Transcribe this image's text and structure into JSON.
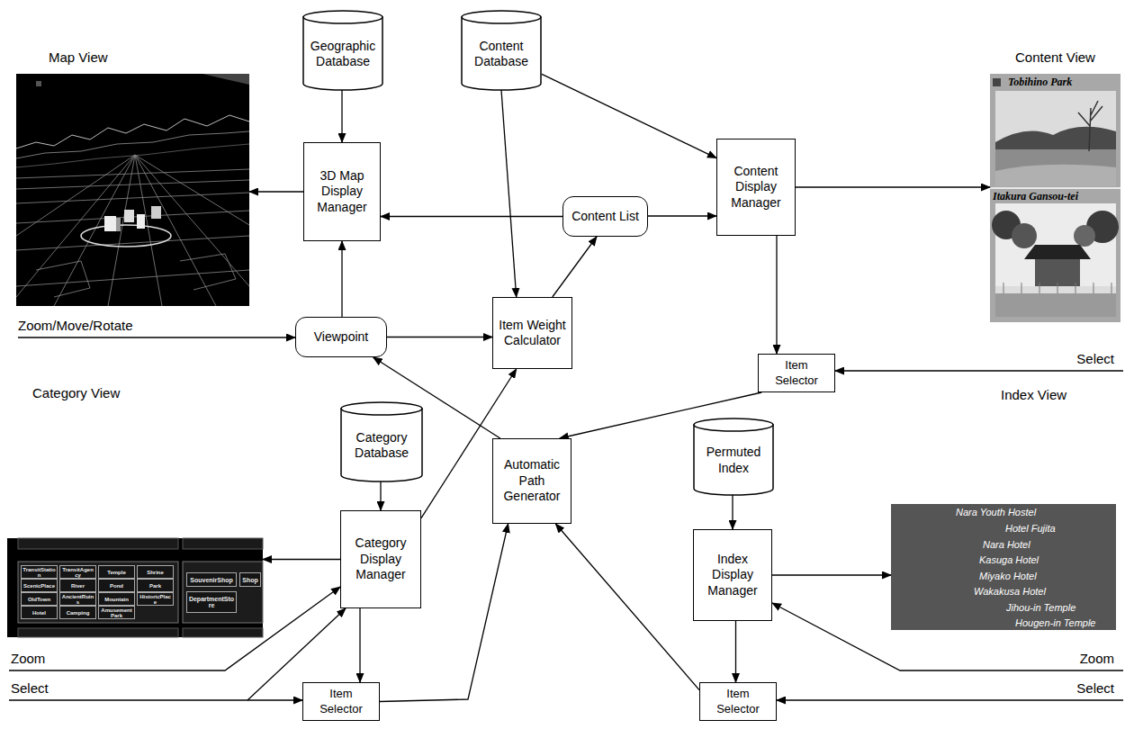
{
  "diagram": {
    "nodes": [
      {
        "text": [
          "Map View"
        ]
      },
      {
        "text": [
          "Geographic Database"
        ]
      },
      {
        "text": [
          "Content Database"
        ]
      },
      {
        "text": [
          "Content View",
          "Tobihino Park",
          "Itakura Gansou-tei"
        ]
      },
      {
        "text": [
          "3D Map Display Manager"
        ]
      },
      {
        "text": [
          "Content List"
        ]
      },
      {
        "text": [
          "Content Display Manager"
        ]
      },
      {
        "text": [
          "Viewpoint"
        ]
      },
      {
        "text": [
          "Item Weight Calculator"
        ]
      },
      {
        "text": [
          "Item Selector"
        ]
      },
      {
        "text": [
          "Category View"
        ]
      },
      {
        "text": [
          "Category Database"
        ]
      },
      {
        "text": [
          "Automatic Path Generator"
        ]
      },
      {
        "text": [
          "Permuted Index"
        ]
      },
      {
        "text": [
          "Index View",
          "Nara Youth Hostel",
          "Hotel Fujita",
          "Nara Hotel",
          "Kasuga Hotel",
          "Miyako Hotel",
          "Wakakusa Hotel",
          "Jihou-in Temple",
          "Hougen-in Temple"
        ]
      },
      {
        "text": [
          "Category Display Manager"
        ]
      },
      {
        "text": [
          "Index Display Manager"
        ]
      },
      {
        "text": [
          "Item Selector"
        ]
      },
      {
        "text": [
          "Item Selector"
        ]
      },
      {
        "text": [
          "TransitStation"
        ],
        "in": 10
      },
      {
        "text": [
          "TransitAgency"
        ],
        "in": 10
      },
      {
        "text": [
          "Temple"
        ],
        "in": 10
      },
      {
        "text": [
          "Shrine"
        ],
        "in": 10
      },
      {
        "text": [
          "ScenicPlace"
        ],
        "in": 10
      },
      {
        "text": [
          "River"
        ],
        "in": 10
      },
      {
        "text": [
          "Pond"
        ],
        "in": 10
      },
      {
        "text": [
          "Park"
        ],
        "in": 10
      },
      {
        "text": [
          "OldTown"
        ],
        "in": 10
      },
      {
        "text": [
          "AncientRuins"
        ],
        "in": 10
      },
      {
        "text": [
          "Mountain"
        ],
        "in": 10
      },
      {
        "text": [
          "HistoricPlace"
        ],
        "in": 10
      },
      {
        "text": [
          "Hotel"
        ],
        "in": 10
      },
      {
        "text": [
          "Camping"
        ],
        "in": 10
      },
      {
        "text": [
          "AmusementPark"
        ],
        "in": 10
      },
      {
        "text": [
          "SouvenirShop"
        ],
        "in": 10
      },
      {
        "text": [
          "Shop"
        ],
        "in": 10
      },
      {
        "text": [
          "DepartmentStore"
        ],
        "in": 10
      }
    ],
    "edges": [
      {
        "from": 1,
        "to": 4,
        "arrow": "to"
      },
      {
        "from": 2,
        "to": 8,
        "arrow": "to"
      },
      {
        "from": 2,
        "to": 6,
        "arrow": "to"
      },
      {
        "from": 5,
        "to": 4,
        "arrow": "to"
      },
      {
        "from": 5,
        "to": 6,
        "arrow": "to"
      },
      {
        "from": 8,
        "to": 5,
        "arrow": "to"
      },
      {
        "from": 4,
        "to": 0,
        "arrow": "to"
      },
      {
        "from": 6,
        "to": 3,
        "arrow": "to"
      },
      {
        "from": 7,
        "to": 4,
        "arrow": "to"
      },
      {
        "from": 7,
        "to": 8,
        "arrow": "to"
      },
      {
        "from": 6,
        "to": 9,
        "arrow": "to"
      },
      {
        "from": 9,
        "to": 12,
        "arrow": "to"
      },
      {
        "from": 12,
        "to": 7,
        "arrow": "to"
      },
      {
        "from": 15,
        "to": 8,
        "arrow": "to"
      },
      {
        "from": 11,
        "to": 15,
        "arrow": "to"
      },
      {
        "from": 15,
        "to": 10,
        "arrow": "to"
      },
      {
        "from": 15,
        "to": 17,
        "arrow": "to"
      },
      {
        "from": 17,
        "to": 12,
        "arrow": "to"
      },
      {
        "from": 13,
        "to": 16,
        "arrow": "to"
      },
      {
        "from": 16,
        "to": 14,
        "arrow": "to"
      },
      {
        "from": 16,
        "to": 18,
        "arrow": "to"
      },
      {
        "from": 18,
        "to": 12,
        "arrow": "to"
      }
    ],
    "labels": [
      "Zoom/Move/Rotate",
      "Select",
      "Zoom",
      "Select",
      "Zoom",
      "Select"
    ]
  }
}
